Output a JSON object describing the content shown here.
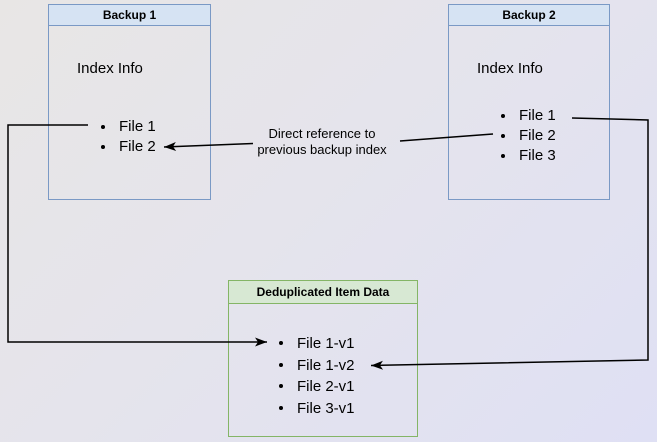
{
  "diagram": {
    "backup1": {
      "title": "Backup 1",
      "subtitle": "Index Info",
      "files": [
        "File 1",
        "File 2"
      ]
    },
    "backup2": {
      "title": "Backup 2",
      "subtitle": "Index Info",
      "files": [
        "File 1",
        "File 2",
        "File 3"
      ]
    },
    "dedup": {
      "title": "Deduplicated Item Data",
      "files": [
        "File 1-v1",
        "File 1-v2",
        "File 2-v1",
        "File 3-v1"
      ]
    },
    "annotation": {
      "line1": "Direct reference to",
      "line2": "previous backup index"
    },
    "colors": {
      "blue_header_fill": "#d6e3f3",
      "blue_border": "#7a99c5",
      "green_header_fill": "#d7e8d3",
      "green_border": "#84b566",
      "arrow": "#000000",
      "background_top_left": "#e8e6e5",
      "background_bottom_right": "#dfe0f4"
    }
  }
}
